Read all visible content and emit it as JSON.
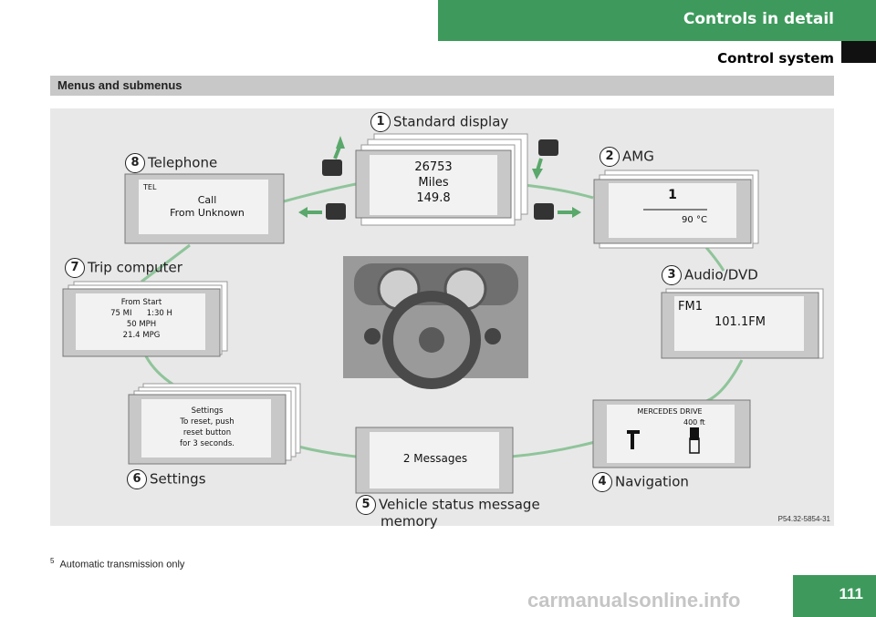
{
  "header": {
    "section": "Controls in detail",
    "subsection": "Control system"
  },
  "section_title": "Menus and submenus",
  "menus": {
    "m1": {
      "num": "1",
      "label": "Standard display",
      "lcd": [
        "26753",
        "Miles",
        "149.8"
      ]
    },
    "m2": {
      "num": "2",
      "label": "AMG",
      "lcd": [
        "1",
        "90 °C"
      ]
    },
    "m3": {
      "num": "3",
      "label": "Audio/DVD",
      "lcd": [
        "FM1",
        "101.1FM"
      ]
    },
    "m4": {
      "num": "4",
      "label": "Navigation",
      "lcd": [
        "MERCEDES DRIVE",
        "400 ft"
      ]
    },
    "m5": {
      "num": "5",
      "label": "Vehicle status message",
      "label2": "memory",
      "lcd": [
        "2 Messages"
      ]
    },
    "m6": {
      "num": "6",
      "label": "Settings",
      "lcd": [
        "Settings",
        "To reset, push",
        "reset button",
        "for 3 seconds."
      ]
    },
    "m7": {
      "num": "7",
      "label": "Trip computer",
      "lcd": [
        "From Start",
        "75 MI",
        "1:30 H",
        "50 MPH",
        "21.4 MPG"
      ]
    },
    "m8": {
      "num": "8",
      "label": "Telephone",
      "lcd": [
        "TEL",
        "Call",
        "From Unknown"
      ]
    }
  },
  "figure_id": "P54.32-5854-31",
  "footnote": {
    "mark": "5",
    "text": "Automatic transmission only"
  },
  "page_number": "111",
  "watermark": "carmanualsonline.info",
  "colors": {
    "accent": "#3d9a5c",
    "connector": "#8fc49a"
  }
}
